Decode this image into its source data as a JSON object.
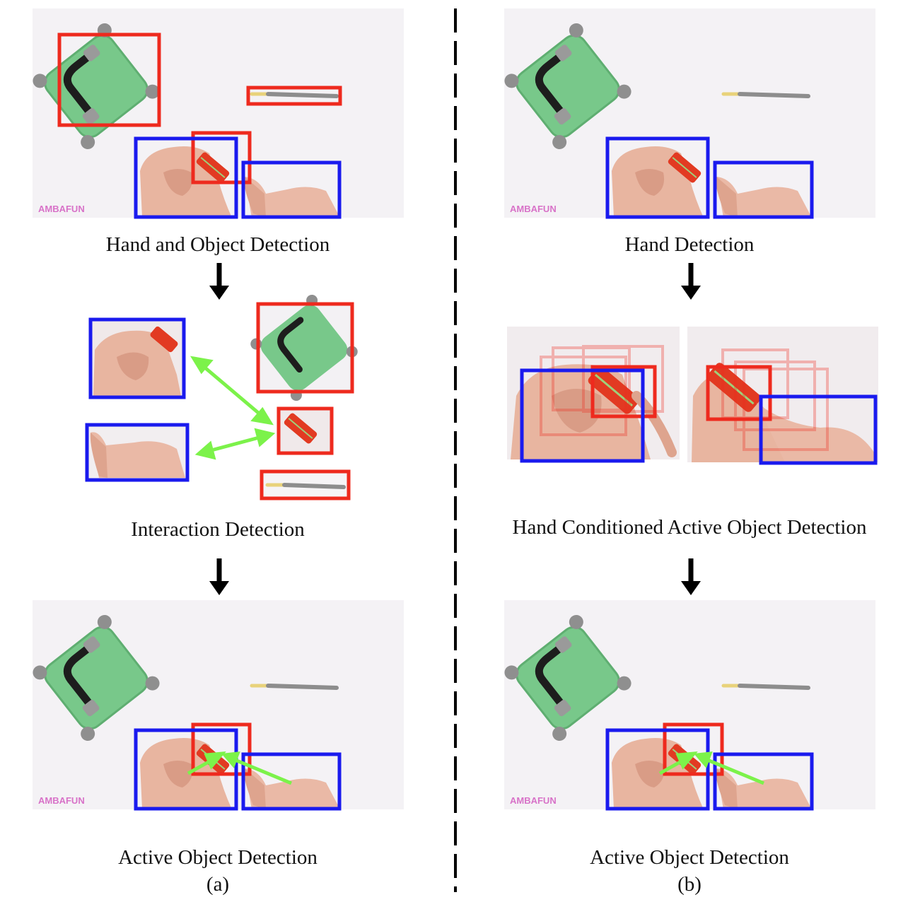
{
  "left_panel": {
    "step1_label": "Hand and Object Detection",
    "step2_label": "Interaction Detection",
    "step3_label": "Active Object Detection",
    "caption": "(a)"
  },
  "right_panel": {
    "step1_label": "Hand Detection",
    "step2_label": "Hand Conditioned Active Object Detection",
    "step3_label": "Active Object Detection",
    "caption": "(b)"
  },
  "watermark": "AMBAFUN",
  "colors": {
    "hand_box": "#1a1aee",
    "object_box": "#ee2a1e",
    "interaction_arrow": "#7cf24a",
    "flow_arrow": "#000000",
    "suitcase": "#78c88a"
  }
}
